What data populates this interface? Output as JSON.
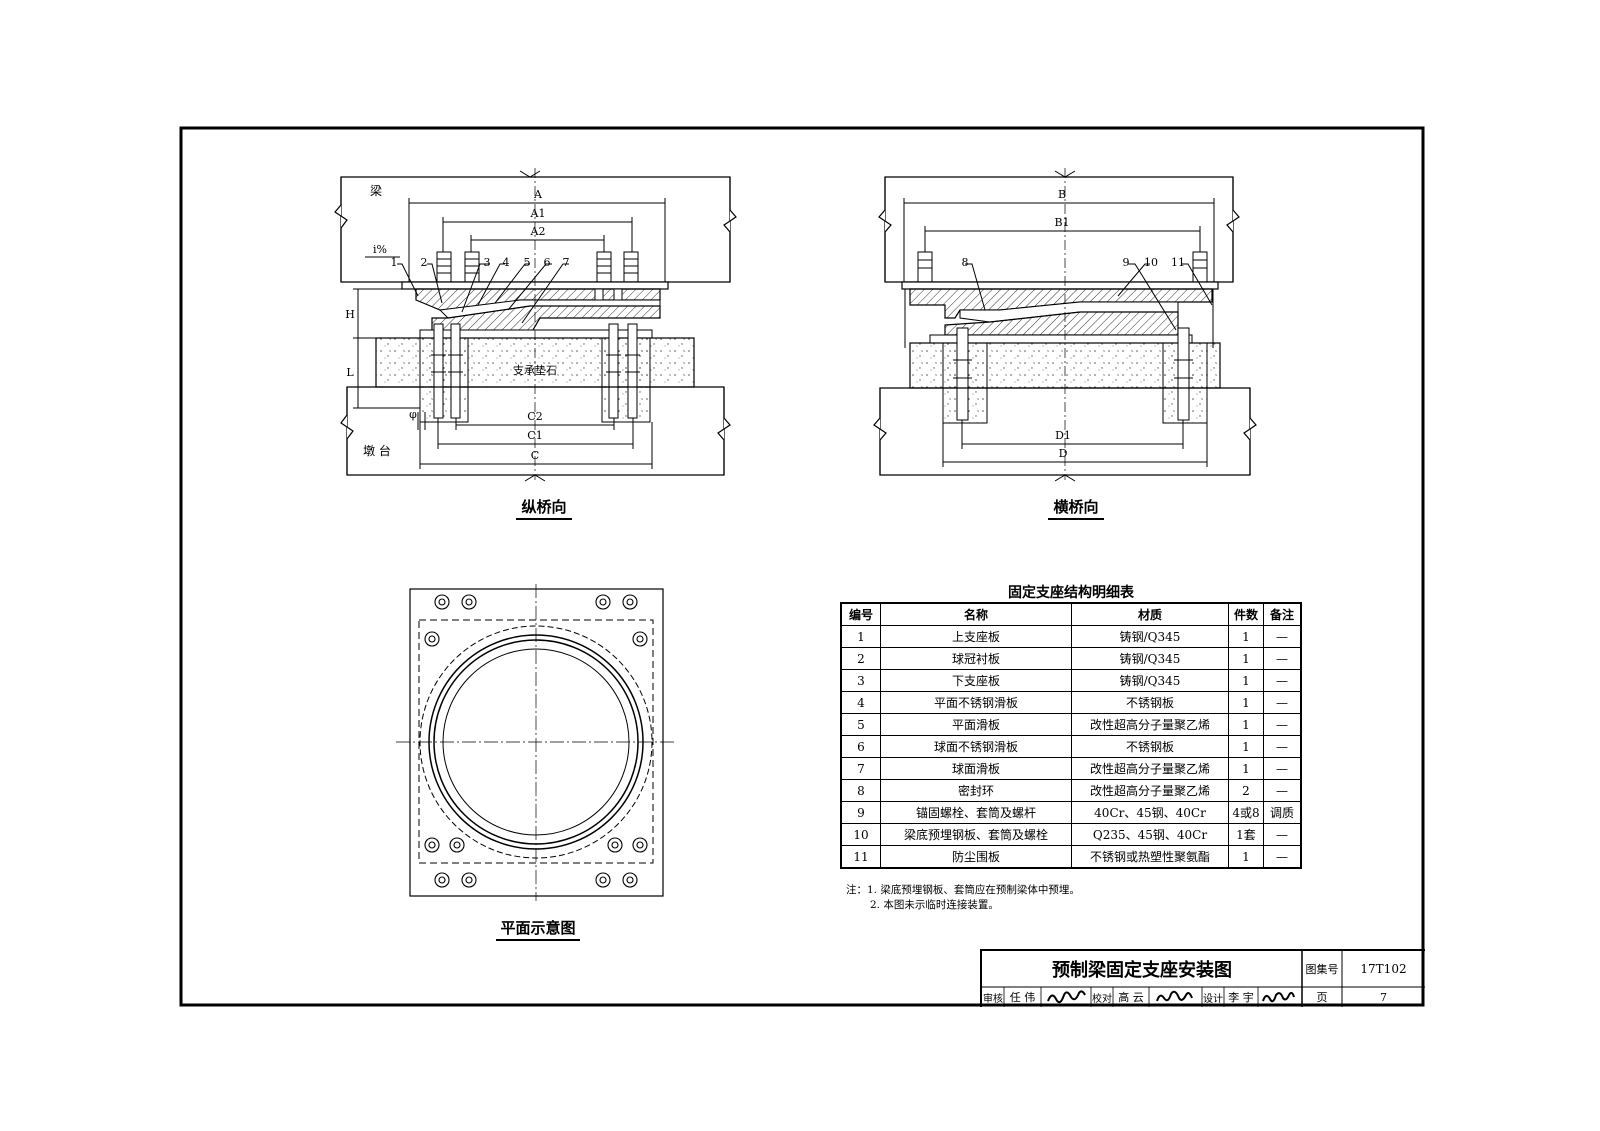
{
  "views": {
    "longitudinal": {
      "caption": "纵桥向",
      "beam_label": "梁",
      "pier_label": "墩 台",
      "stone_label": "支承垫石",
      "slope_label": "i%",
      "dims": {
        "A": "A",
        "A1": "A1",
        "A2": "A2",
        "C": "C",
        "C1": "C1",
        "C2": "C2",
        "H": "H",
        "L": "L",
        "phi": "φ"
      },
      "callouts": [
        "1",
        "2",
        "3",
        "4",
        "5",
        "6",
        "7"
      ]
    },
    "transverse": {
      "caption": "横桥向",
      "dims": {
        "B": "B",
        "B1": "B1",
        "D": "D",
        "D1": "D1"
      },
      "callouts": [
        "8",
        "9",
        "10",
        "11"
      ]
    },
    "plan": {
      "caption": "平面示意图"
    }
  },
  "table": {
    "title": "固定支座结构明细表",
    "headers": [
      "编号",
      "名称",
      "材质",
      "件数",
      "备注"
    ],
    "rows": [
      [
        "1",
        "上支座板",
        "铸钢/Q345",
        "1",
        "—"
      ],
      [
        "2",
        "球冠衬板",
        "铸钢/Q345",
        "1",
        "—"
      ],
      [
        "3",
        "下支座板",
        "铸钢/Q345",
        "1",
        "—"
      ],
      [
        "4",
        "平面不锈钢滑板",
        "不锈钢板",
        "1",
        "—"
      ],
      [
        "5",
        "平面滑板",
        "改性超高分子量聚乙烯",
        "1",
        "—"
      ],
      [
        "6",
        "球面不锈钢滑板",
        "不锈钢板",
        "1",
        "—"
      ],
      [
        "7",
        "球面滑板",
        "改性超高分子量聚乙烯",
        "1",
        "—"
      ],
      [
        "8",
        "密封环",
        "改性超高分子量聚乙烯",
        "2",
        "—"
      ],
      [
        "9",
        "锚固螺栓、套筒及螺杆",
        "40Cr、45钢、40Cr",
        "4或8",
        "调质"
      ],
      [
        "10",
        "梁底预埋钢板、套筒及螺栓",
        "Q235、45钢、40Cr",
        "1套",
        "—"
      ],
      [
        "11",
        "防尘围板",
        "不锈钢或热塑性聚氨酯",
        "1",
        "—"
      ]
    ]
  },
  "notes": {
    "lead": "注：",
    "items": [
      "1. 梁底预埋钢板、套筒应在预制梁体中预埋。",
      "2. 本图未示临时连接装置。"
    ]
  },
  "title_block": {
    "drawing_title": "预制梁固定支座安装图",
    "atlas_label": "图集号",
    "atlas_no": "17T102",
    "review_label": "审核",
    "reviewer": "任 伟",
    "check_label": "校对",
    "checker": "高 云",
    "design_label": "设计",
    "designer": "李 宇",
    "page_label": "页",
    "page_no": "7"
  }
}
